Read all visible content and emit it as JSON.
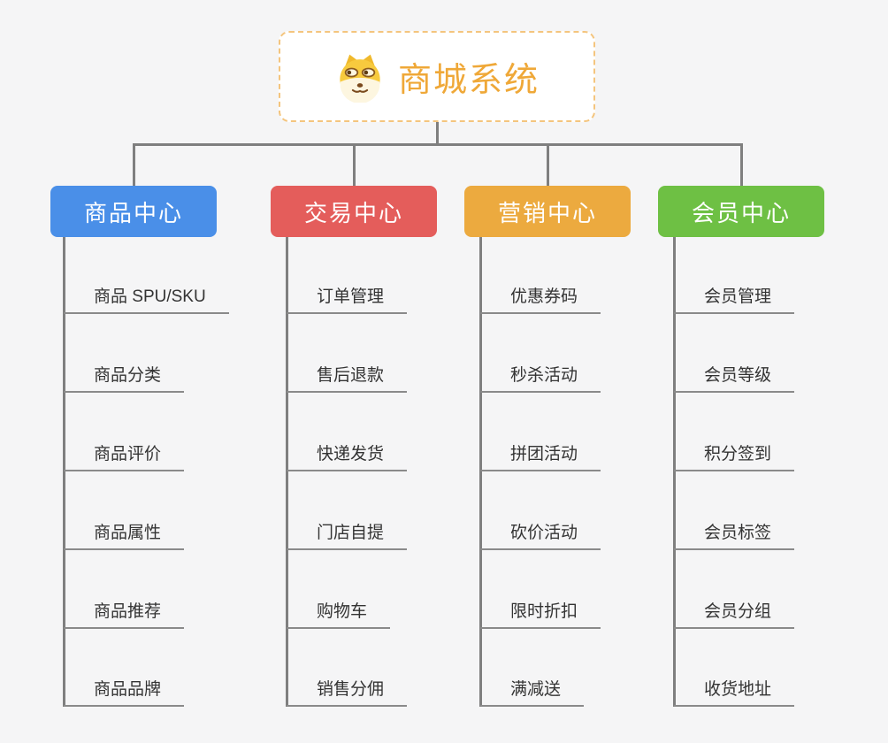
{
  "page": {
    "background_color": "#f5f5f6",
    "connector_color": "#7f7f7f",
    "leaf_underline_color": "#8a8a8a",
    "leaf_text_color": "#333333"
  },
  "root": {
    "title": "商城系统",
    "icon": "doge-icon",
    "text_color": "#efa838",
    "border_color": "#f4c57e",
    "background_color": "#ffffff"
  },
  "branches": [
    {
      "label": "商品中心",
      "color": "#4a8fe8",
      "children": [
        "商品 SPU/SKU",
        "商品分类",
        "商品评价",
        "商品属性",
        "商品推荐",
        "商品品牌"
      ]
    },
    {
      "label": "交易中心",
      "color": "#e45d5b",
      "children": [
        "订单管理",
        "售后退款",
        "快递发货",
        "门店自提",
        "购物车",
        "销售分佣"
      ]
    },
    {
      "label": "营销中心",
      "color": "#ecaa3f",
      "children": [
        "优惠券码",
        "秒杀活动",
        "拼团活动",
        "砍价活动",
        "限时折扣",
        "满减送"
      ]
    },
    {
      "label": "会员中心",
      "color": "#6ec044",
      "children": [
        "会员管理",
        "会员等级",
        "积分签到",
        "会员标签",
        "会员分组",
        "收货地址"
      ]
    }
  ]
}
